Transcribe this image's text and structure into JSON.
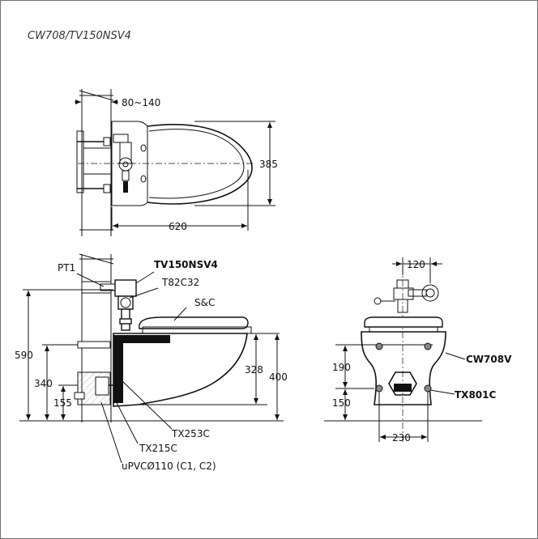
{
  "title": "CW708/TV150NSV4",
  "top_view": {
    "dim_wall_offset": "80~140",
    "dim_width": "385",
    "dim_length": "620"
  },
  "side_view": {
    "pt1": "PT1",
    "tv150nsv4": "TV150NSV4",
    "t82c32": "T82C32",
    "sc": "S&C",
    "dim_590": "590",
    "dim_340": "340",
    "dim_155": "155",
    "dim_328": "328",
    "dim_400": "400",
    "tx253c": "TX253C",
    "tx215c": "TX215C",
    "upvc": "uPVCØ110 (C1, C2)"
  },
  "front_view": {
    "dim_120": "120",
    "dim_190": "190",
    "dim_150": "150",
    "dim_230": "230",
    "cw708v": "CW708V",
    "tx801c": "TX801C"
  }
}
